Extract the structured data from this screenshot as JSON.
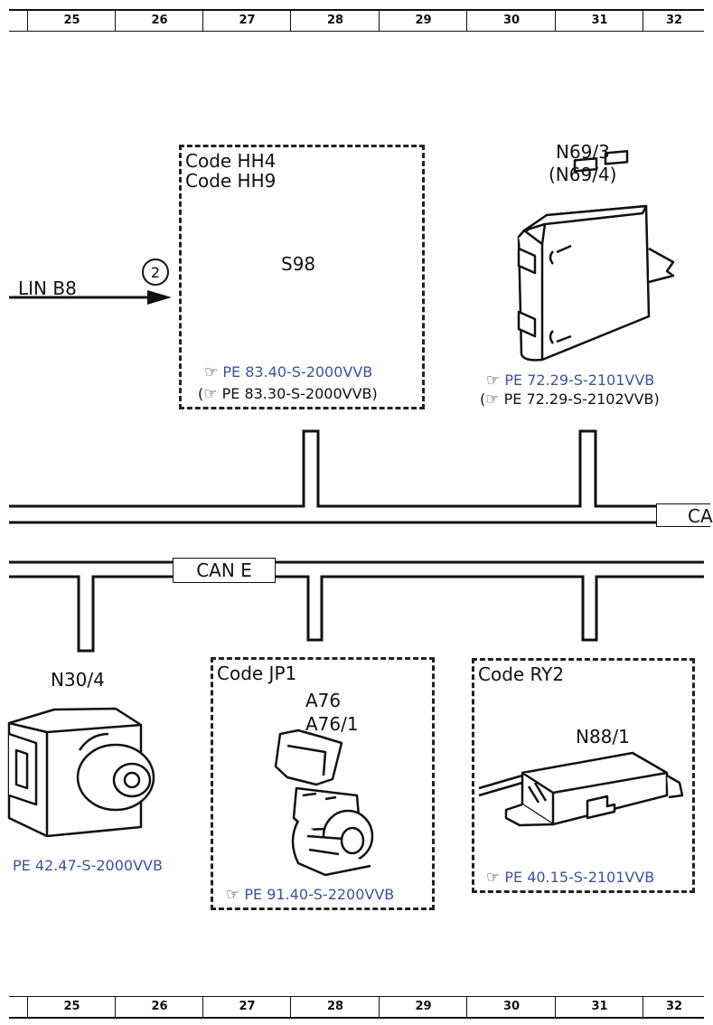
{
  "ruler": {
    "columns": [
      "25",
      "26",
      "27",
      "28",
      "29",
      "30",
      "31",
      "32"
    ]
  },
  "wires": {
    "lin": "LIN B8",
    "lin_connector": "2",
    "can_e": "CAN E",
    "can_right": "CA"
  },
  "blocks": {
    "s98": {
      "codes": [
        "Code HH4",
        "Code HH9"
      ],
      "component": "S98",
      "ref_primary": "PE 83.40-S-2000VVB",
      "ref_secondary": "(",
      "ref_secondary_text": "PE 83.30-S-2000VVB)"
    },
    "n69": {
      "component": "N69/3",
      "component_alt": "(N69/4)",
      "ref_primary": "PE 72.29-S-2101VVB",
      "ref_secondary": "(",
      "ref_secondary_text": "PE 72.29-S-2102VVB)"
    },
    "n30": {
      "component": "N30/4",
      "ref_primary": "PE 42.47-S-2000VVB"
    },
    "a76": {
      "code": "Code JP1",
      "component": "A76",
      "component_alt": "A76/1",
      "ref_primary": "PE 91.40-S-2200VVB"
    },
    "n88": {
      "code": "Code RY2",
      "component": "N88/1",
      "ref_primary": "PE 40.15-S-2101VVB"
    }
  },
  "icons": {
    "reference": "pointing-hand-icon"
  },
  "colors": {
    "link": "#3b52a0",
    "line": "#111111"
  }
}
